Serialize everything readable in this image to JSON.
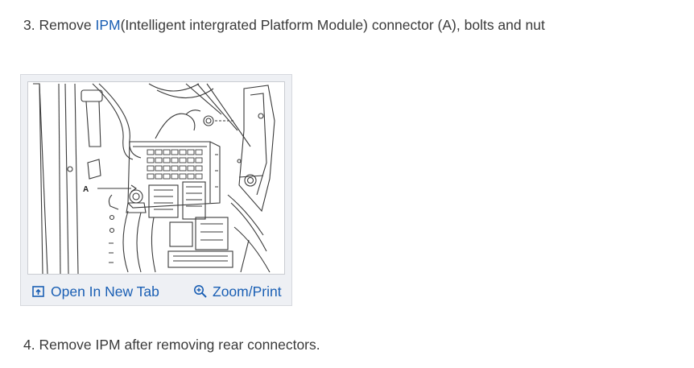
{
  "steps": [
    {
      "number_prefix": "3. Remove ",
      "link_text": "IPM",
      "rest": "(Intelligent intergrated Platform Module) connector (A), bolts and nut"
    },
    {
      "text": "4. Remove IPM after removing rear connectors."
    }
  ],
  "figure": {
    "callout_label": "A",
    "actions": {
      "open_label": "Open In New Tab",
      "zoom_label": "Zoom/Print"
    }
  },
  "colors": {
    "link": "#1a5fb4",
    "body_text": "#3a3a3a",
    "card_bg": "#eef0f4"
  },
  "icons": {
    "open": "open-in-new-tab-icon",
    "zoom": "zoom-in-icon"
  }
}
